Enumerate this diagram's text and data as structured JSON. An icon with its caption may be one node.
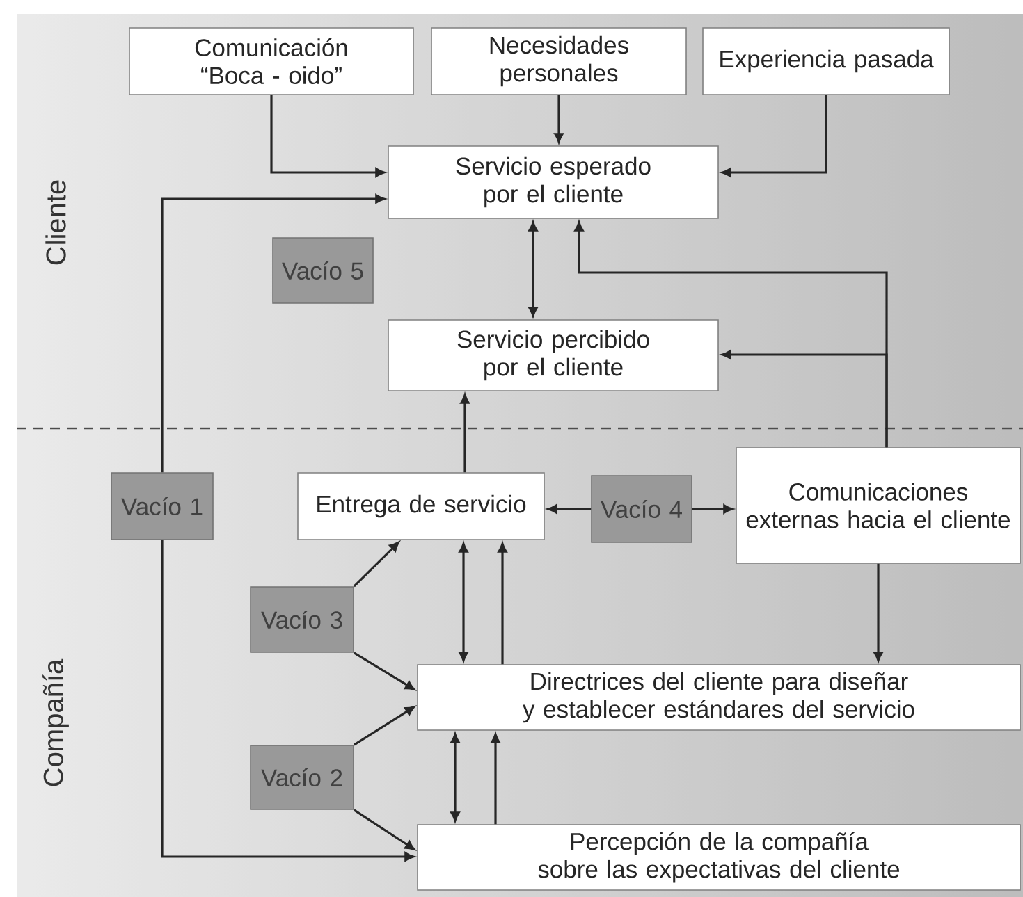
{
  "diagram": {
    "nodes": [
      {
        "text": [
          "Comunicación “Boca - oido”"
        ]
      },
      {
        "text": [
          "Necesidades personales"
        ]
      },
      {
        "text": [
          "Experiencia pasada"
        ]
      },
      {
        "text": [
          "Servicio esperado por el cliente"
        ]
      },
      {
        "text": [
          "Vacío 5"
        ]
      },
      {
        "text": [
          "Servicio percibido por el cliente"
        ]
      },
      {
        "text": [
          "Vacío 1"
        ]
      },
      {
        "text": [
          "Entrega de servicio"
        ]
      },
      {
        "text": [
          "Vacío 4"
        ]
      },
      {
        "text": [
          "Comunicaciones externas hacia el cliente"
        ]
      },
      {
        "text": [
          "Vacío 3"
        ]
      },
      {
        "text": [
          "Directrices del cliente para diseñar y establecer estándares del servicio"
        ]
      },
      {
        "text": [
          "Vacío 2"
        ]
      },
      {
        "text": [
          "Percepción de la compañía sobre las expectativas del cliente"
        ]
      }
    ],
    "edges": [
      {
        "from": 0,
        "to": 3,
        "arrow": "to"
      },
      {
        "from": 1,
        "to": 3,
        "arrow": "to"
      },
      {
        "from": 2,
        "to": 3,
        "arrow": "to"
      },
      {
        "from": 3,
        "to": 5,
        "arrow": "both"
      },
      {
        "from": 6,
        "to": 3,
        "arrow": "to"
      },
      {
        "from": 6,
        "to": 13,
        "arrow": "to"
      },
      {
        "from": 7,
        "to": 5,
        "arrow": "to"
      },
      {
        "from": 8,
        "to": 7,
        "arrow": "to"
      },
      {
        "from": 8,
        "to": 9,
        "arrow": "to"
      },
      {
        "from": 9,
        "to": 3,
        "arrow": "to"
      },
      {
        "from": 9,
        "to": 5,
        "arrow": "to"
      },
      {
        "from": 9,
        "to": 11,
        "arrow": "to"
      },
      {
        "from": 10,
        "to": 7,
        "arrow": "to"
      },
      {
        "from": 10,
        "to": 11,
        "arrow": "to"
      },
      {
        "from": 11,
        "to": 7,
        "arrow": "both"
      },
      {
        "from": 11,
        "to": 7,
        "arrow": "to"
      },
      {
        "from": 12,
        "to": 11,
        "arrow": "to"
      },
      {
        "from": 12,
        "to": 13,
        "arrow": "to"
      },
      {
        "from": 13,
        "to": 11,
        "arrow": "both"
      },
      {
        "from": 13,
        "to": 11,
        "arrow": "to"
      }
    ],
    "labels": [
      "Cliente",
      "Compañía"
    ]
  }
}
